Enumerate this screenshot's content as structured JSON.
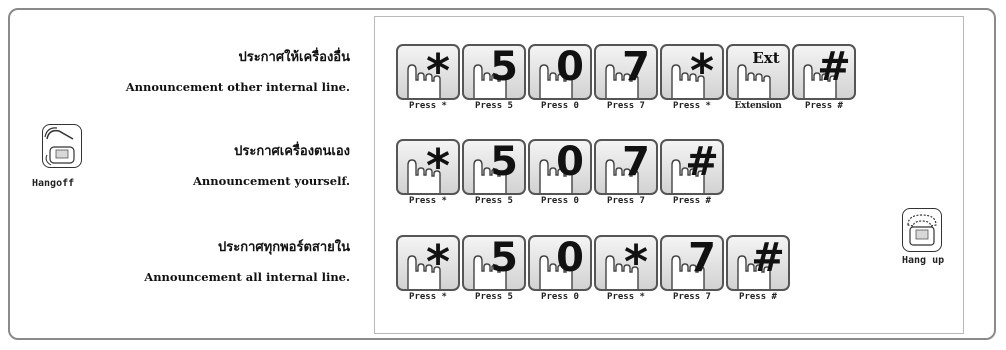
{
  "labels": [
    {
      "thai": "ประกาศให้เครื่องอื่น",
      "english": "Announcement other internal line."
    },
    {
      "thai": "ประกาศเครื่องตนเอง",
      "english": "Announcement yourself."
    },
    {
      "thai": "ประกาศทุกพอร์ตสายใน",
      "english": "Announcement all internal line."
    }
  ],
  "handset_left": {
    "caption": "Hangoff"
  },
  "handset_right": {
    "caption": "Hang up"
  },
  "rows": [
    {
      "keys": [
        {
          "glyph": "*",
          "caption": "Press *"
        },
        {
          "glyph": "5",
          "caption": "Press 5"
        },
        {
          "glyph": "0",
          "caption": "Press 0"
        },
        {
          "glyph": "7",
          "caption": "Press 7"
        },
        {
          "glyph": "*",
          "caption": "Press *"
        },
        {
          "glyph": "Ext",
          "caption": "Extension"
        },
        {
          "glyph": "#",
          "caption": "Press #"
        }
      ]
    },
    {
      "keys": [
        {
          "glyph": "*",
          "caption": "Press *"
        },
        {
          "glyph": "5",
          "caption": "Press 5"
        },
        {
          "glyph": "0",
          "caption": "Press 0"
        },
        {
          "glyph": "7",
          "caption": "Press 7"
        },
        {
          "glyph": "#",
          "caption": "Press #"
        }
      ]
    },
    {
      "keys": [
        {
          "glyph": "*",
          "caption": "Press *"
        },
        {
          "glyph": "5",
          "caption": "Press 5"
        },
        {
          "glyph": "0",
          "caption": "Press 0"
        },
        {
          "glyph": "*",
          "caption": "Press *"
        },
        {
          "glyph": "7",
          "caption": "Press 7"
        },
        {
          "glyph": "#",
          "caption": "Press #"
        }
      ]
    }
  ]
}
